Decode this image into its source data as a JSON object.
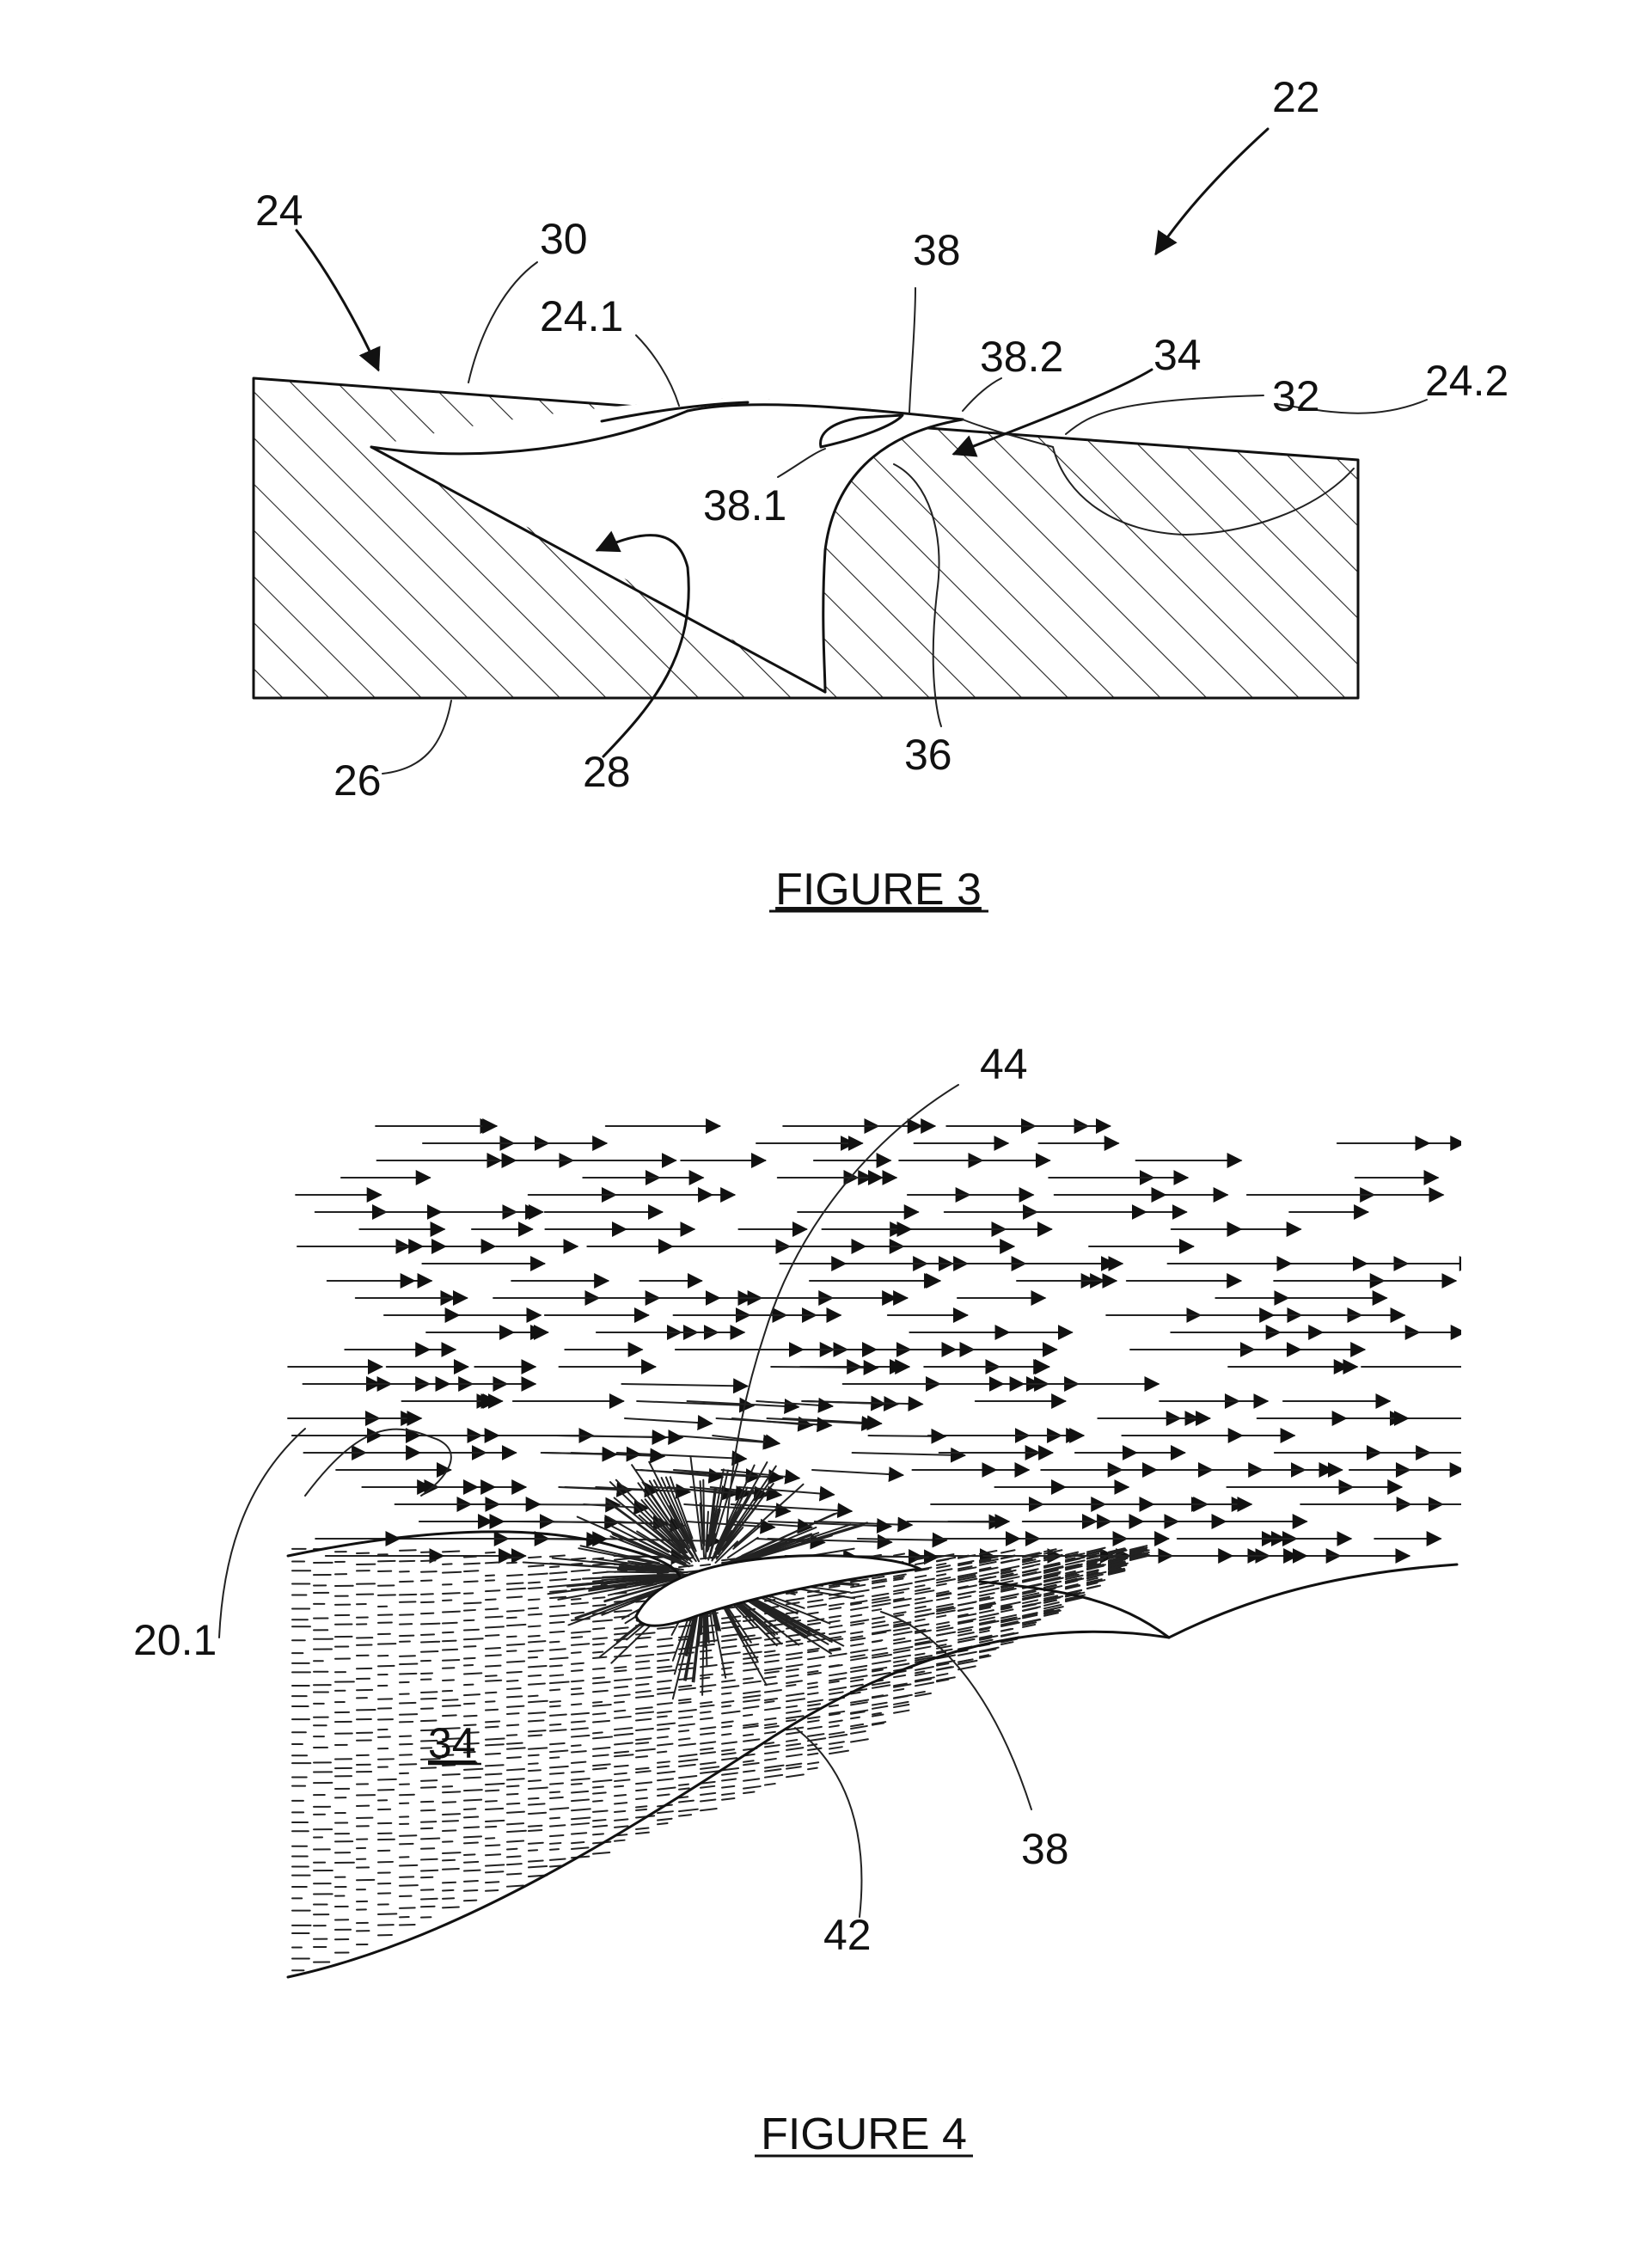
{
  "figure3": {
    "caption": "FIGURE 3",
    "labels": {
      "l22": "22",
      "l24": "24",
      "l30": "30",
      "l24_1": "24.1",
      "l38": "38",
      "l38_2": "38.2",
      "l34": "34",
      "l32": "32",
      "l24_2": "24.2",
      "l38_1": "38.1",
      "l26": "26",
      "l28": "28",
      "l36": "36"
    }
  },
  "figure4": {
    "caption": "FIGURE 4",
    "labels": {
      "l44": "44",
      "l20_1": "20.1",
      "l34": "34",
      "l38": "38",
      "l42": "42"
    }
  }
}
